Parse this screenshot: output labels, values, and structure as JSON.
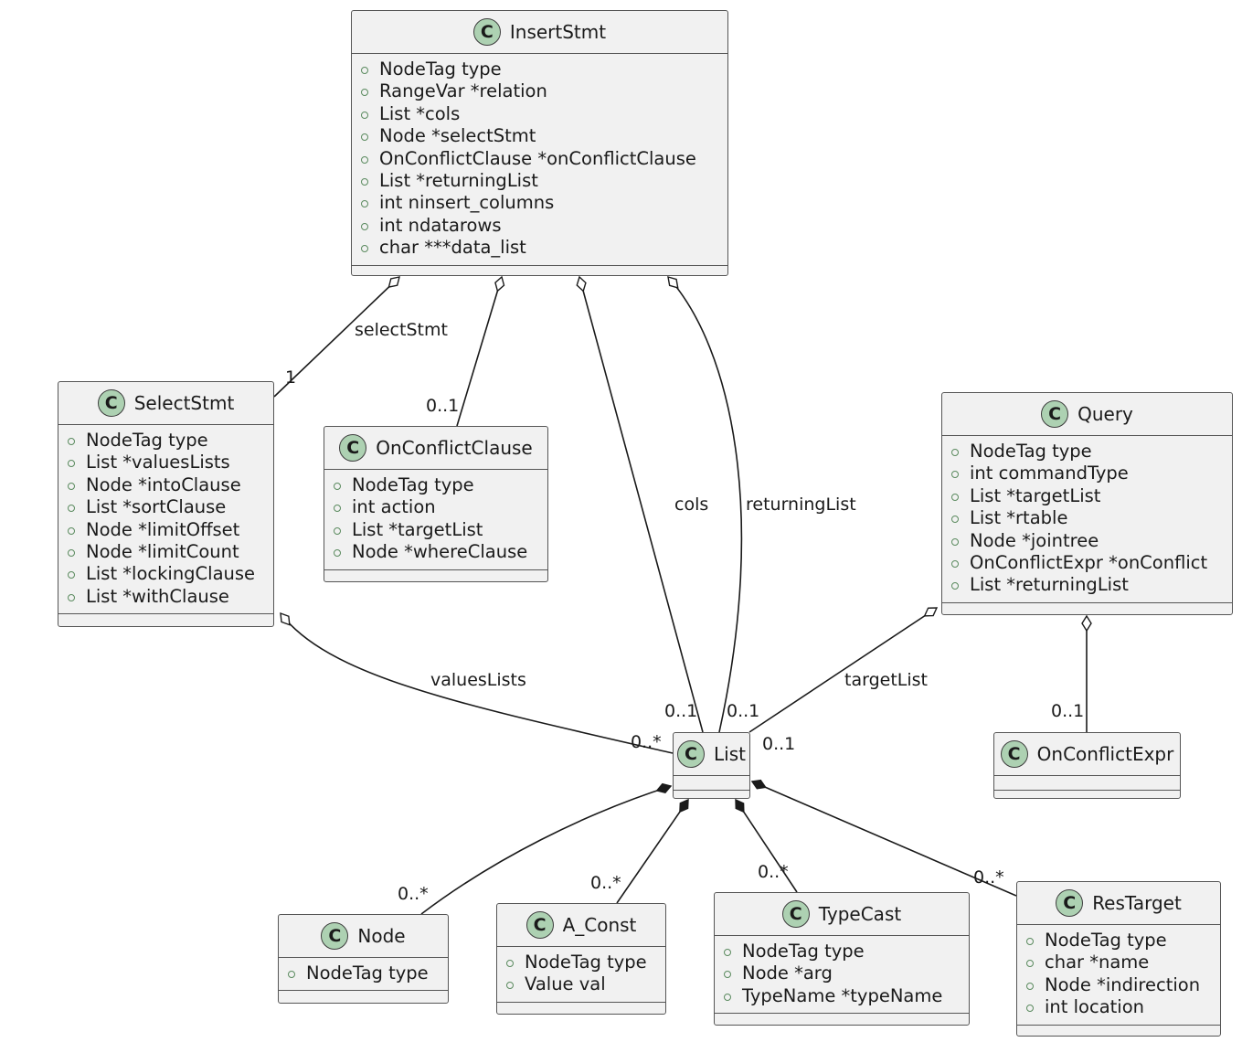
{
  "diagram": {
    "classes": {
      "insert_stmt": {
        "name": "InsertStmt",
        "attributes": [
          "NodeTag type",
          "RangeVar *relation",
          "List *cols",
          "Node *selectStmt",
          "OnConflictClause *onConflictClause",
          "List *returningList",
          "int ninsert_columns",
          "int ndatarows",
          "char ***data_list"
        ]
      },
      "select_stmt": {
        "name": "SelectStmt",
        "attributes": [
          "NodeTag type",
          "List *valuesLists",
          "Node *intoClause",
          "List *sortClause",
          "Node *limitOffset",
          "Node *limitCount",
          "List *lockingClause",
          "List *withClause"
        ]
      },
      "on_conflict_clause": {
        "name": "OnConflictClause",
        "attributes": [
          "NodeTag type",
          "int action",
          "List *targetList",
          "Node *whereClause"
        ]
      },
      "query": {
        "name": "Query",
        "attributes": [
          "NodeTag type",
          "int commandType",
          "List *targetList",
          "List *rtable",
          "Node *jointree",
          "OnConflictExpr *onConflict",
          "List *returningList"
        ]
      },
      "list": {
        "name": "List",
        "attributes": []
      },
      "on_conflict_expr": {
        "name": "OnConflictExpr",
        "attributes": []
      },
      "node": {
        "name": "Node",
        "attributes": [
          "NodeTag type"
        ]
      },
      "a_const": {
        "name": "A_Const",
        "attributes": [
          "NodeTag type",
          "Value val"
        ]
      },
      "type_cast": {
        "name": "TypeCast",
        "attributes": [
          "NodeTag type",
          "Node *arg",
          "TypeName *typeName"
        ]
      },
      "res_target": {
        "name": "ResTarget",
        "attributes": [
          "NodeTag type",
          "char *name",
          "Node *indirection",
          "int location"
        ]
      }
    },
    "class_icon": "C",
    "relations": [
      {
        "id": "insert-selectstmt",
        "from": "InsertStmt",
        "to": "SelectStmt",
        "kind": "aggregation",
        "label": "selectStmt",
        "multiplicity": "1"
      },
      {
        "id": "insert-onconflictclause",
        "from": "InsertStmt",
        "to": "OnConflictClause",
        "kind": "aggregation",
        "label": "",
        "multiplicity": "0..1"
      },
      {
        "id": "insert-cols",
        "from": "InsertStmt",
        "to": "List",
        "kind": "aggregation",
        "label": "cols",
        "multiplicity": "0..1"
      },
      {
        "id": "insert-returninglist",
        "from": "InsertStmt",
        "to": "List",
        "kind": "aggregation",
        "label": "returningList",
        "multiplicity": "0..1"
      },
      {
        "id": "selectstmt-valueslists",
        "from": "SelectStmt",
        "to": "List",
        "kind": "aggregation",
        "label": "valuesLists",
        "multiplicity": "0..*"
      },
      {
        "id": "query-targetlist",
        "from": "Query",
        "to": "List",
        "kind": "aggregation",
        "label": "targetList",
        "multiplicity": "0..1"
      },
      {
        "id": "query-onconflictexpr",
        "from": "Query",
        "to": "OnConflictExpr",
        "kind": "aggregation",
        "label": "",
        "multiplicity": "0..1"
      },
      {
        "id": "list-node",
        "from": "List",
        "to": "Node",
        "kind": "composition",
        "label": "",
        "multiplicity": "0..*"
      },
      {
        "id": "list-aconst",
        "from": "List",
        "to": "A_Const",
        "kind": "composition",
        "label": "",
        "multiplicity": "0..*"
      },
      {
        "id": "list-typecast",
        "from": "List",
        "to": "TypeCast",
        "kind": "composition",
        "label": "",
        "multiplicity": "0..*"
      },
      {
        "id": "list-restarget",
        "from": "List",
        "to": "ResTarget",
        "kind": "composition",
        "label": "",
        "multiplicity": "0..*"
      }
    ]
  },
  "colors": {
    "class_fill": "#f1f1f1",
    "class_border": "#555555",
    "icon_fill": "#add1b2",
    "edge": "#1a1a1a",
    "visibility_marker": "#5a8a5e"
  }
}
